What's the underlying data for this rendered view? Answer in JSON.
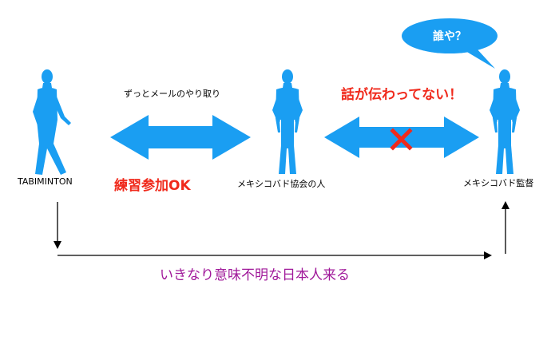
{
  "people": {
    "left_label": "TABIMINTON",
    "middle_label": "メキシコバド協会の人",
    "right_label": "メキシコバド監督"
  },
  "left_link": {
    "caption_top": "ずっとメールのやり取り",
    "caption_bottom": "練習参加OK"
  },
  "right_link": {
    "caption_top": "話が伝わってない！"
  },
  "bubble": {
    "text": "誰や？"
  },
  "bottom_path": {
    "caption": "いきなり意味不明な日本人来る"
  },
  "colors": {
    "figure": "#1a9ef2",
    "arrow": "#1a9ef2",
    "red": "#f02a1c",
    "purple": "#a0199a"
  }
}
